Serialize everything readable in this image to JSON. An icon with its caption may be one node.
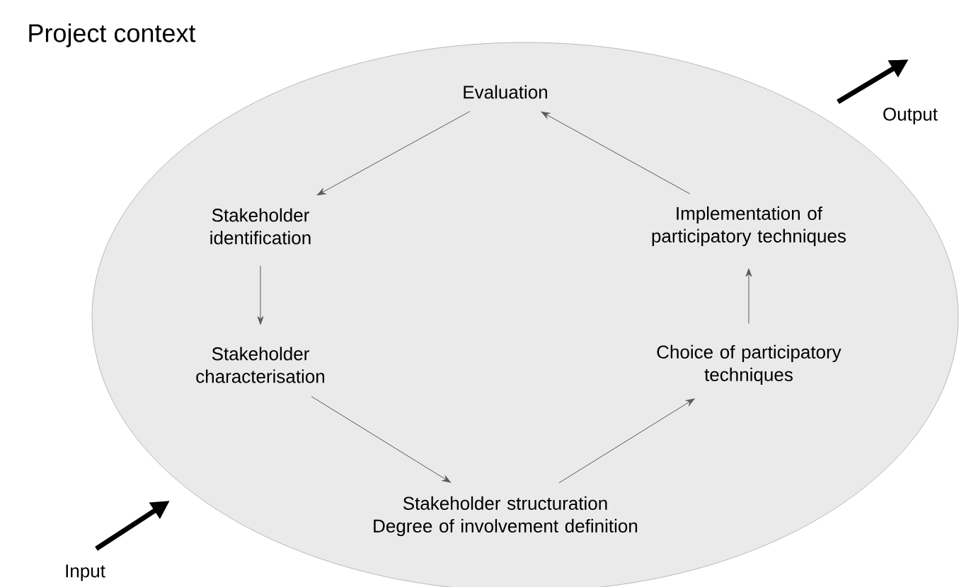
{
  "diagram": {
    "nodes": [
      {
        "text": [
          "Project context"
        ]
      },
      {
        "text": [
          "Evaluation"
        ],
        "in": 0
      },
      {
        "text": [
          "Stakeholder identification"
        ],
        "in": 0
      },
      {
        "text": [
          "Stakeholder characterisation"
        ],
        "in": 0
      },
      {
        "text": [
          "Stakeholder structuration",
          "Degree of involvement definition"
        ],
        "in": 0
      },
      {
        "text": [
          "Choice of participatory techniques"
        ],
        "in": 0
      },
      {
        "text": [
          "Implementation of participatory techniques"
        ],
        "in": 0
      },
      {
        "text": [
          "Output"
        ]
      },
      {
        "text": [
          "Input"
        ]
      }
    ],
    "edges": [
      {
        "from": 1,
        "to": 2,
        "arrow": "to"
      },
      {
        "from": 2,
        "to": 3,
        "arrow": "to"
      },
      {
        "from": 3,
        "to": 4,
        "arrow": "to"
      },
      {
        "from": 4,
        "to": 5,
        "arrow": "to"
      },
      {
        "from": 5,
        "to": 6,
        "arrow": "to"
      },
      {
        "from": 6,
        "to": 1,
        "arrow": "to"
      },
      {
        "from": 8,
        "to": 0,
        "arrow": "to",
        "style": "thick"
      },
      {
        "from": 0,
        "to": 7,
        "arrow": "to",
        "style": "thick"
      }
    ]
  }
}
